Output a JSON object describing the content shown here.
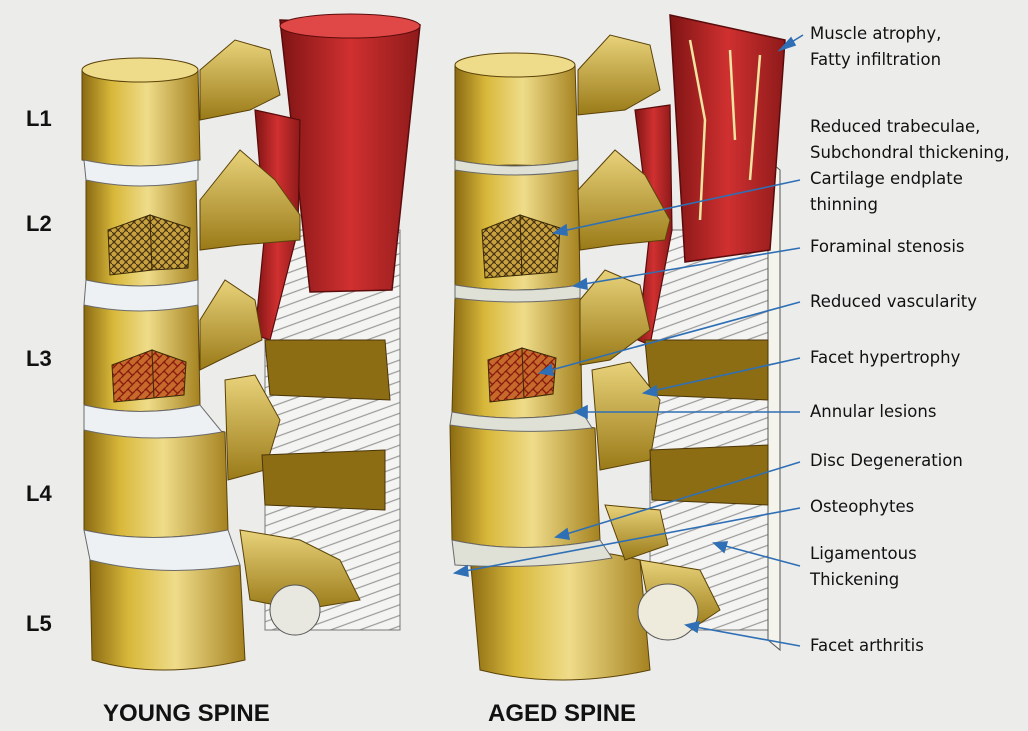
{
  "levels": [
    "L1",
    "L2",
    "L3",
    "L4",
    "L5"
  ],
  "panels": {
    "young_title": "YOUNG SPINE",
    "aged_title": "AGED SPINE"
  },
  "annotations": [
    {
      "lines": [
        "Muscle atrophy,",
        "Fatty infiltration"
      ]
    },
    {
      "lines": [
        "Reduced trabeculae,",
        "Subchondral thickening,",
        "Cartilage endplate",
        "thinning"
      ]
    },
    {
      "lines": [
        "Foraminal stenosis"
      ]
    },
    {
      "lines": [
        "Reduced vascularity"
      ]
    },
    {
      "lines": [
        "Facet hypertrophy"
      ]
    },
    {
      "lines": [
        "Annular lesions"
      ]
    },
    {
      "lines": [
        "Disc Degeneration"
      ]
    },
    {
      "lines": [
        "Osteophytes"
      ]
    },
    {
      "lines": [
        "Ligamentous",
        "Thickening"
      ]
    },
    {
      "lines": [
        "Facet arthritis"
      ]
    }
  ],
  "colors": {
    "bone": "#d8b83a",
    "bone_dark": "#9a7a18",
    "bone_light": "#efdc8a",
    "muscle": "#c62828",
    "muscle_dark": "#7f1414",
    "disc": "#e4e8ec",
    "ligament": "#f2f2f2",
    "arrow": "#2f6fb5"
  }
}
